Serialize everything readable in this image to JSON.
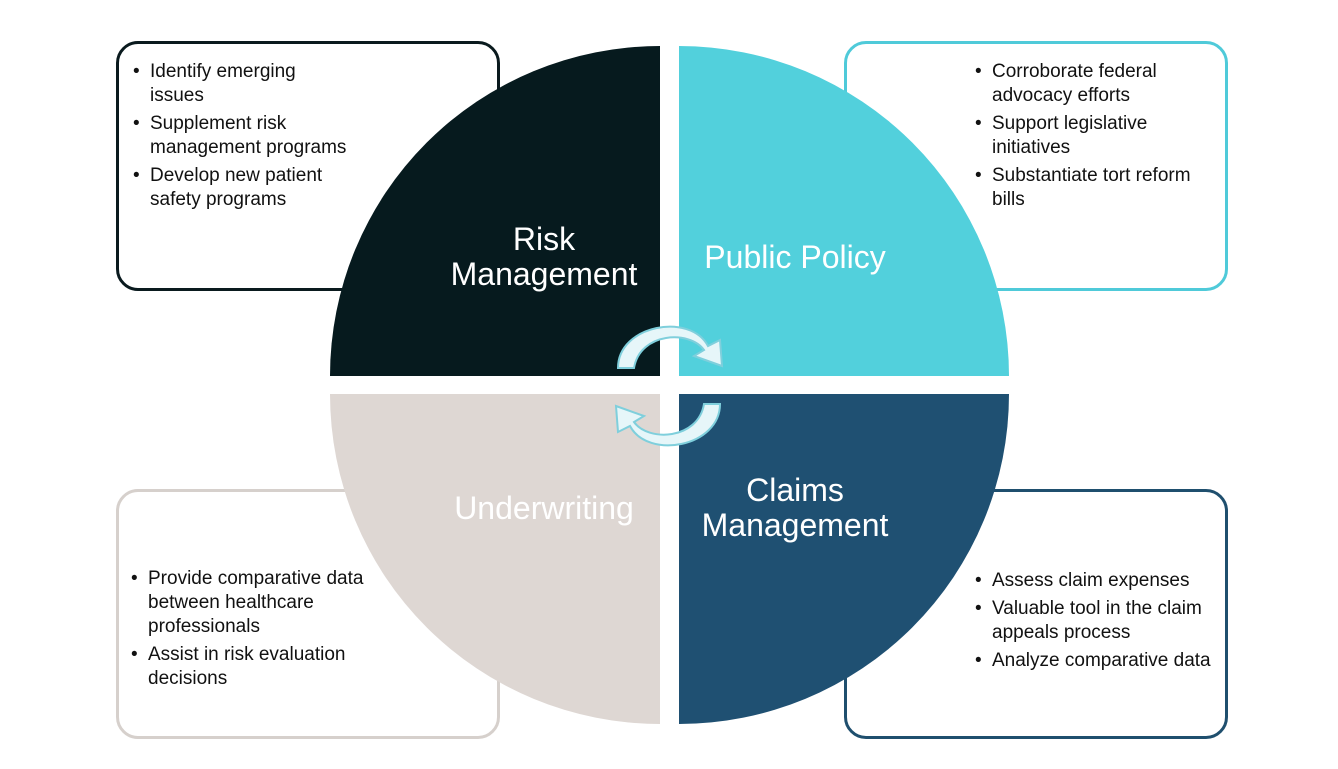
{
  "quadrants": {
    "risk_management": {
      "label": "Risk\nManagement",
      "color": "#061a1e",
      "bullets": [
        "Identify emerging issues",
        "Supplement risk management programs",
        "Develop new patient safety programs"
      ]
    },
    "public_policy": {
      "label": "Public Policy",
      "color": "#52d0dc",
      "bullets": [
        "Corroborate federal advocacy efforts",
        "Support legislative initiatives",
        "Substantiate tort reform bills"
      ]
    },
    "underwriting": {
      "label": "Underwriting",
      "color": "#ded7d3",
      "bullets": [
        "Provide comparative data between healthcare professionals",
        "Assist in  risk evaluation decisions"
      ]
    },
    "claims_management": {
      "label": "Claims\nManagement",
      "color": "#1f5072",
      "bullets": [
        "Assess claim expenses",
        "Valuable tool in the claim appeals process",
        "Analyze comparative data"
      ]
    }
  },
  "cycle_arrow_color": "#e6f6f9",
  "cycle_arrow_outline": "#7fcfdc"
}
